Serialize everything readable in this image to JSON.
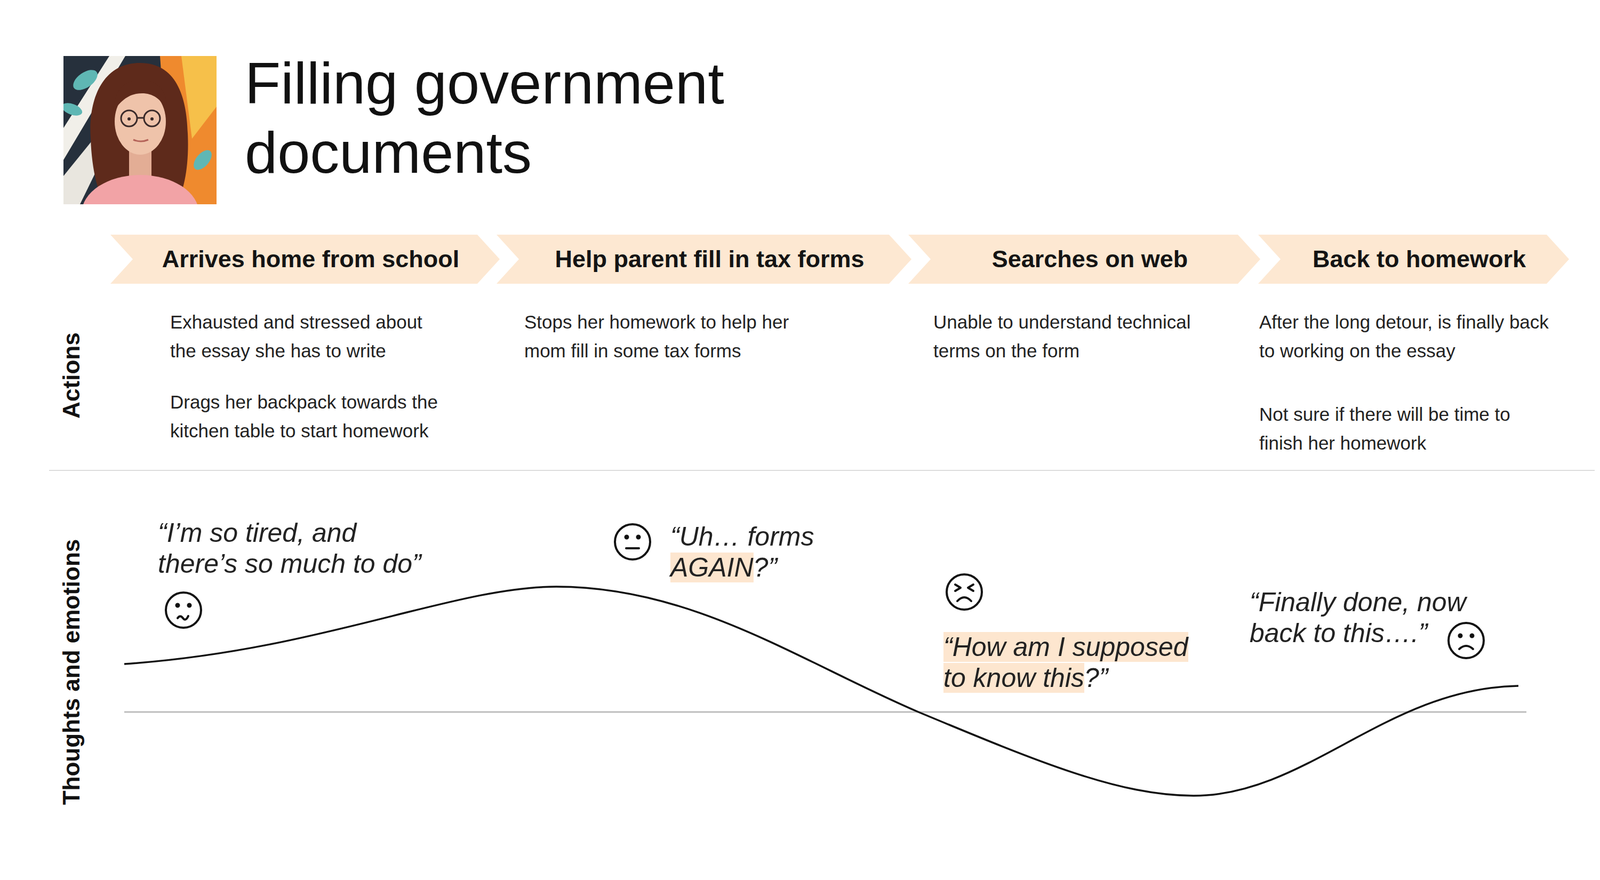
{
  "diagram": {
    "title": "Filling government documents",
    "nodes": [
      {
        "text": [
          "Arrives home from school"
        ]
      },
      {
        "text": [
          "Help parent fill in tax forms"
        ]
      },
      {
        "text": [
          "Searches on web"
        ]
      },
      {
        "text": [
          "Back to homework"
        ]
      }
    ],
    "labels": [
      "Actions",
      "Exhausted and stressed about the essay she has to write",
      "Drags her backpack towards the kitchen table to start homework",
      "Stops her homework to help her mom fill in some tax forms",
      "Unable to understand technical terms on the form",
      "After the long detour, is finally back to working on the essay",
      "Not sure if there will be time to finish her homework",
      "Thoughts and emotions",
      "“I’m so tired, and there’s so much to do”",
      "“Uh… forms AGAIN?”",
      "“How am I supposed to know this?”",
      "“Finally done, now back to this….”"
    ]
  }
}
